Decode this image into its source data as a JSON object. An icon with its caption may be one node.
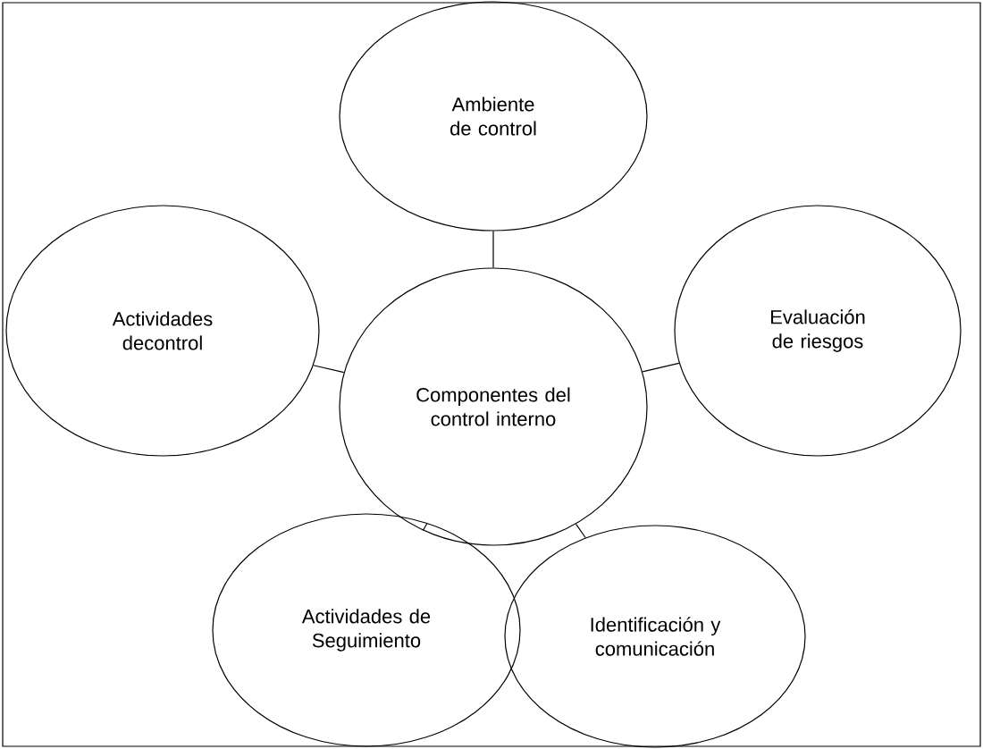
{
  "diagram": {
    "nodes": [
      {
        "text": [
          "Ambiente de control"
        ]
      },
      {
        "text": [
          "Actividades decontrol"
        ]
      },
      {
        "text": [
          "Evaluación de riesgos"
        ]
      },
      {
        "text": [
          "Componentes del control interno"
        ]
      },
      {
        "text": [
          "Actividades de Seguimiento"
        ]
      },
      {
        "text": [
          "Identificación y comunicación"
        ]
      }
    ],
    "edges": [
      {
        "from": 3,
        "to": 0,
        "arrow": "none"
      },
      {
        "from": 3,
        "to": 1,
        "arrow": "none"
      },
      {
        "from": 3,
        "to": 2,
        "arrow": "none"
      },
      {
        "from": 3,
        "to": 4,
        "arrow": "none"
      },
      {
        "from": 3,
        "to": 5,
        "arrow": "none"
      }
    ]
  }
}
